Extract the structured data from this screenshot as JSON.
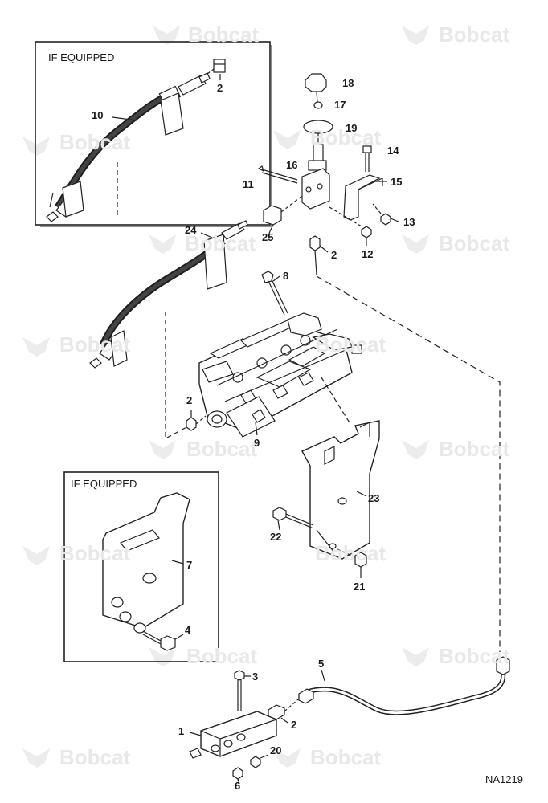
{
  "diagram": {
    "drawing_code": "NA1219",
    "watermark_text": "Bobcat",
    "boxes": [
      {
        "title": "IF EQUIPPED"
      },
      {
        "title": "IF EQUIPPED"
      }
    ],
    "callouts": [
      "10",
      "2",
      "18",
      "17",
      "19",
      "14",
      "16",
      "15",
      "11",
      "13",
      "24",
      "25",
      "2",
      "12",
      "8",
      "2",
      "9",
      "23",
      "22",
      "21",
      "7",
      "4",
      "5",
      "3",
      "1",
      "2",
      "20",
      "6"
    ]
  }
}
